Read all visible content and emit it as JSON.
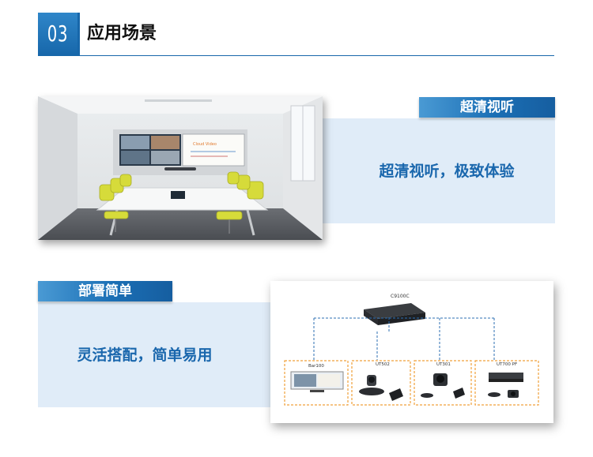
{
  "header": {
    "section_number": "03",
    "section_title": "应用场景"
  },
  "features": [
    {
      "label": "超清视听",
      "text": "超清视听，极致体验"
    },
    {
      "label": "部署简单",
      "text": "灵活搭配，简单易用"
    }
  ],
  "diagram": {
    "central_device": "C9100C",
    "devices": [
      "Bar100",
      "UT502",
      "UT301",
      "UT700 PF"
    ]
  },
  "photo": {
    "whiteboard_text": "Cloud Video"
  }
}
